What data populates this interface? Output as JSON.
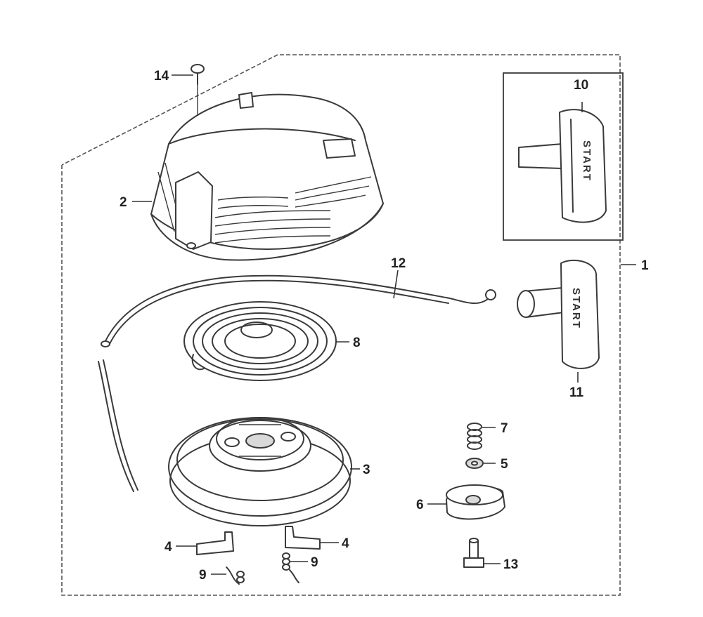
{
  "labels": {
    "p1": "1",
    "p2": "2",
    "p3": "3",
    "p4a": "4",
    "p4b": "4",
    "p5": "5",
    "p6": "6",
    "p7": "7",
    "p8": "8",
    "p9a": "9",
    "p9b": "9",
    "p10": "10",
    "p11": "11",
    "p12": "12",
    "p13": "13",
    "p14": "14"
  },
  "handle_text": {
    "upper": "START",
    "lower": "START"
  }
}
